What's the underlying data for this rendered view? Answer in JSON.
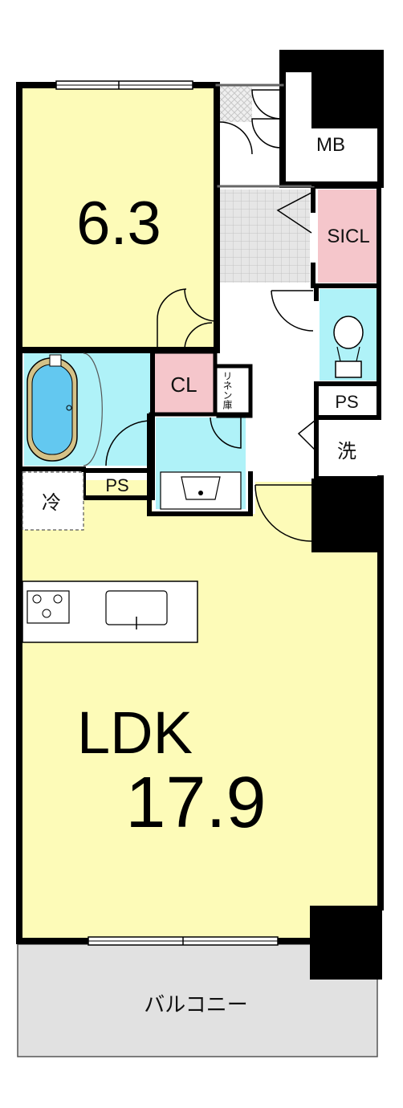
{
  "rooms": {
    "bedroom_area": "6.3",
    "mb": "MB",
    "sicl": "SICL",
    "cl": "CL",
    "linen": "リネン庫",
    "ps_toilet": "PS",
    "wash": "洗",
    "ps_bath": "PS",
    "fridge": "冷",
    "ldk_name": "LDK",
    "ldk_area": "17.9",
    "balcony": "バルコニー"
  },
  "colors": {
    "living": "#fdfbb8",
    "wet": "#aff2f8",
    "closet": "#f5c6cb",
    "balcony": "#e1e1e1",
    "tile": "#d9d9d9",
    "wall": "#000000"
  }
}
